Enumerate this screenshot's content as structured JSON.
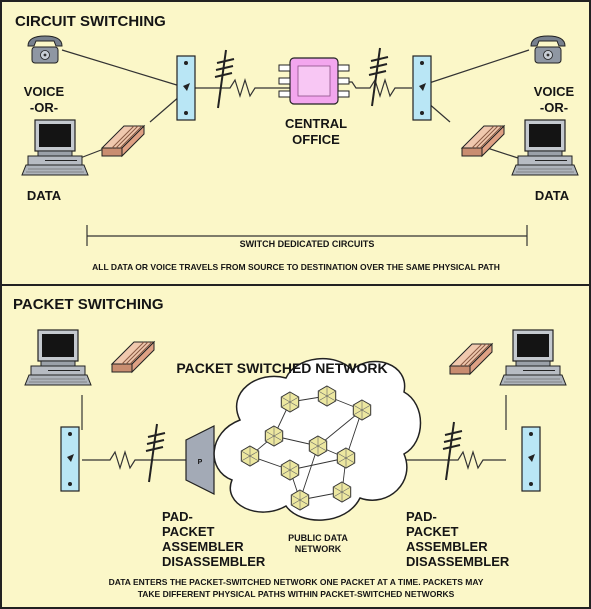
{
  "colors": {
    "background": "#fbf7c8",
    "border": "#222222",
    "wire": "#333333",
    "jack": "#b9e6f5",
    "central_office": "#f3a6ee",
    "modem": "#e8b79c",
    "pad": "#a3aab6",
    "cloud": "#ffffff",
    "node": "#ece7a0"
  },
  "circuit": {
    "title": "CIRCUIT SWITCHING",
    "voice_left": [
      "VOICE",
      "-OR-"
    ],
    "voice_right": [
      "VOICE",
      "-OR-"
    ],
    "data_left": "DATA",
    "data_right": "DATA",
    "central_office": [
      "CENTRAL",
      "OFFICE"
    ],
    "dedicated_label": "SWITCH DEDICATED CIRCUITS",
    "caption": "ALL DATA OR VOICE TRAVELS FROM SOURCE TO DESTINATION OVER THE SAME PHYSICAL PATH"
  },
  "packet": {
    "title": "PACKET SWITCHING",
    "network_title": "PACKET SWITCHED NETWORK",
    "pad_left": [
      "PAD-",
      "PACKET",
      "ASSEMBLER",
      "DISASSEMBLER"
    ],
    "pad_right": [
      "PAD-",
      "PACKET",
      "ASSEMBLER",
      "DISASSEMBLER"
    ],
    "public_network": [
      "PUBLIC DATA",
      "NETWORK"
    ],
    "pad_letter": "P",
    "caption": [
      "DATA ENTERS THE PACKET-SWITCHED NETWORK ONE PACKET AT A TIME. PACKETS MAY",
      "TAKE DIFFERENT PHYSICAL PATHS WITHIN PACKET-SWITCHED NETWORKS"
    ]
  }
}
